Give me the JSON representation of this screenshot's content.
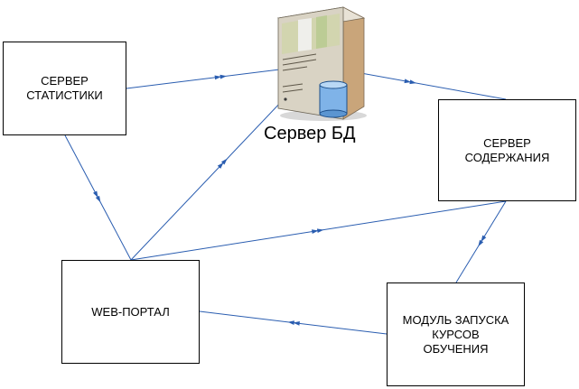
{
  "nodes": {
    "stats_server": {
      "lines": [
        "СЕРВЕР",
        "СТАТИСТИКИ"
      ]
    },
    "content_server": {
      "lines": [
        "СЕРВЕР",
        "СОДЕРЖАНИЯ"
      ]
    },
    "web_portal": {
      "lines": [
        "WEB-ПОРТАЛ"
      ]
    },
    "launch_module": {
      "lines": [
        "МОДУЛЬ ЗАПУСКА",
        "КУРСОВ",
        "ОБУЧЕНИЯ"
      ]
    },
    "db_server": {
      "label": "Сервер БД",
      "icon": "database-server-icon"
    }
  },
  "colors": {
    "connector": "#2a5db0",
    "box_border": "#000000",
    "text": "#000000"
  },
  "connectors": [
    {
      "from": "stats_server",
      "to": "db_server"
    },
    {
      "from": "db_server",
      "to": "content_server"
    },
    {
      "from": "web_portal",
      "to": "db_server"
    },
    {
      "from": "stats_server",
      "to": "web_portal"
    },
    {
      "from": "web_portal",
      "to": "content_server"
    },
    {
      "from": "content_server",
      "to": "launch_module"
    },
    {
      "from": "launch_module",
      "to": "web_portal"
    }
  ]
}
